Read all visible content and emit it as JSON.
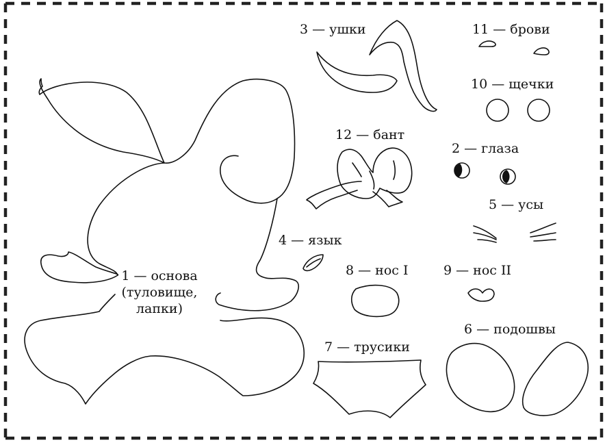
{
  "colors": {
    "outline": "#111111",
    "background": "#ffffff",
    "border": "#222222"
  },
  "labels": {
    "ears": "3 — ушки",
    "brows": "11 — брови",
    "cheeks": "10 — щечки",
    "bow": "12 — бант",
    "eyes": "2 — глаза",
    "whiskers": "5 — усы",
    "tongue": "4 — язык",
    "nose1": "8 — нос I",
    "nose2": "9 — нос II",
    "base_line1": "1 — основа",
    "base_line2": "(туловище,",
    "base_line3": "лапки)",
    "pants": "7 — трусики",
    "soles": "6 — подошвы"
  }
}
